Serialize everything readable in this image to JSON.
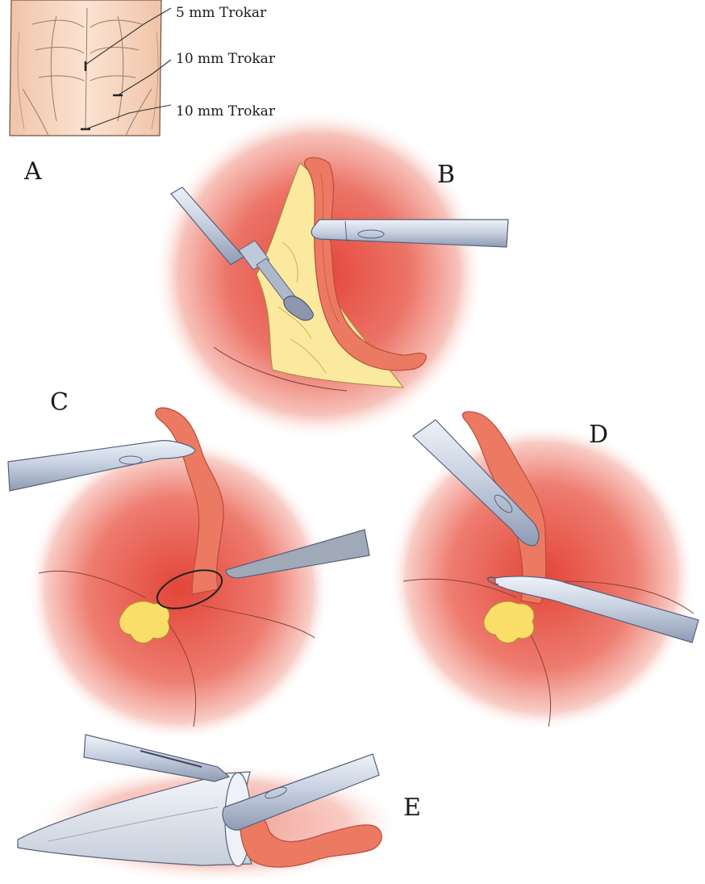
{
  "panels": {
    "a": {
      "letter": "A"
    },
    "b": {
      "letter": "B"
    },
    "c": {
      "letter": "C"
    },
    "d": {
      "letter": "D"
    },
    "e": {
      "letter": "E"
    }
  },
  "trocars": [
    {
      "label": "5 mm Trokar"
    },
    {
      "label": "10 mm Trokar"
    },
    {
      "label": "10 mm Trokar"
    }
  ],
  "colors": {
    "skin": "#f7d8c2",
    "skin_line": "#6b5346",
    "tissue_red": "#e44f42",
    "appendix": "#ec7a63",
    "appendix_edge": "#b94b3b",
    "mesoappendix": "#fbe99f",
    "fat": "#f9df6a",
    "instrument": "#c7d1e2",
    "instrument_edge": "#55607a",
    "label_text": "#1a1a1a"
  }
}
